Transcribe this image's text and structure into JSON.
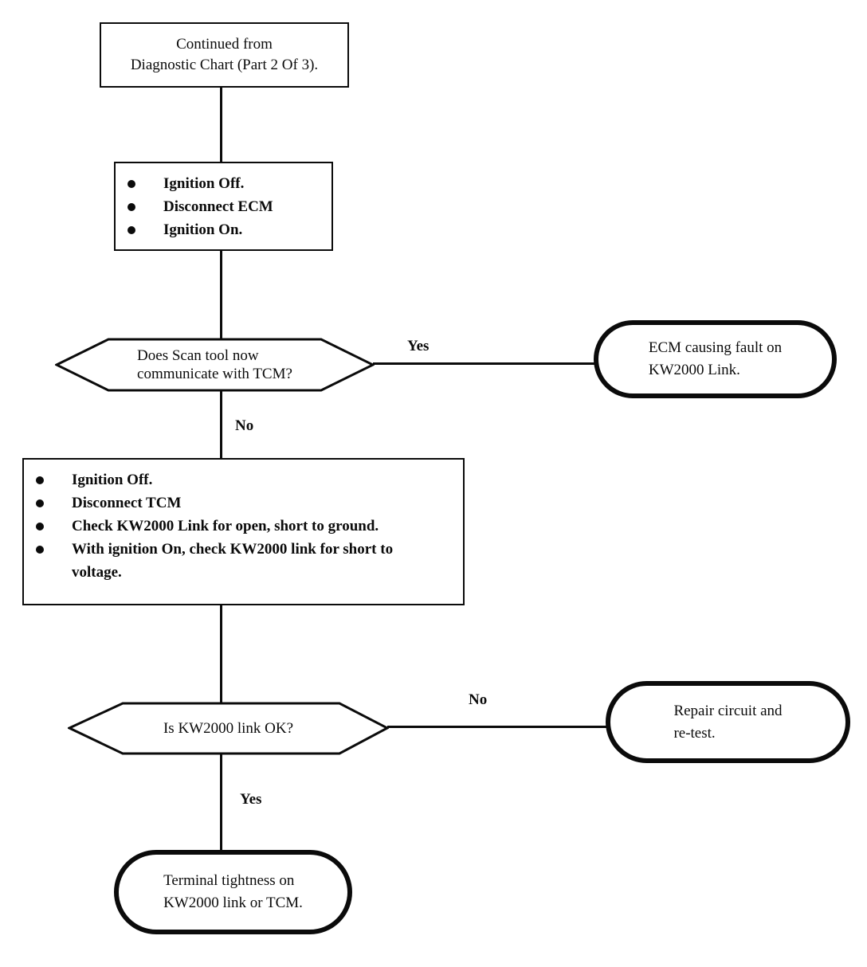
{
  "flowchart": {
    "start": {
      "lines": [
        "Continued from",
        "Diagnostic Chart (Part 2 Of 3)."
      ]
    },
    "step1": {
      "items": [
        "Ignition Off.",
        "Disconnect ECM",
        "Ignition On."
      ]
    },
    "decision1": {
      "lines": [
        "Does Scan tool now",
        "communicate with TCM?"
      ],
      "yes_label": "Yes",
      "no_label": "No",
      "yes_result": {
        "lines": [
          "ECM causing fault on",
          "KW2000 Link."
        ]
      }
    },
    "step2": {
      "items": [
        "Ignition Off.",
        "Disconnect TCM",
        "Check KW2000 Link for open, short to ground.",
        "With ignition On, check KW2000 link for short to voltage."
      ]
    },
    "decision2": {
      "label": "Is KW2000 link OK?",
      "yes_label": "Yes",
      "no_label": "No",
      "no_result": {
        "lines": [
          "Repair circuit and",
          "re-test."
        ]
      },
      "yes_result": {
        "lines": [
          "Terminal tightness on",
          "KW2000 link or TCM."
        ]
      }
    }
  },
  "colors": {
    "ink": "#0b0b0b",
    "paper": "#ffffff"
  }
}
